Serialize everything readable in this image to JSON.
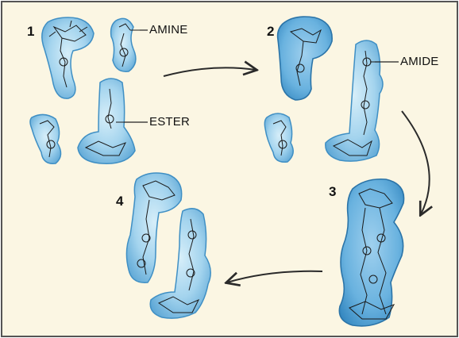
{
  "figure": {
    "background_color": "#fbf6e3",
    "frame_color": "#444444",
    "molecule_fill": "#8ec9e8",
    "molecule_edge": "#2f7fb6",
    "dark_molecule_fill": "#5aa9d8",
    "arrow_color": "#2a2a2a"
  },
  "steps": {
    "s1": "1",
    "s2": "2",
    "s3": "3",
    "s4": "4"
  },
  "labels": {
    "amine": "AMINE",
    "ester": "ESTER",
    "amide": "AMIDE"
  },
  "icons": {
    "molecule": "molecular-structure-icon",
    "arrow": "curved-arrow-icon"
  }
}
